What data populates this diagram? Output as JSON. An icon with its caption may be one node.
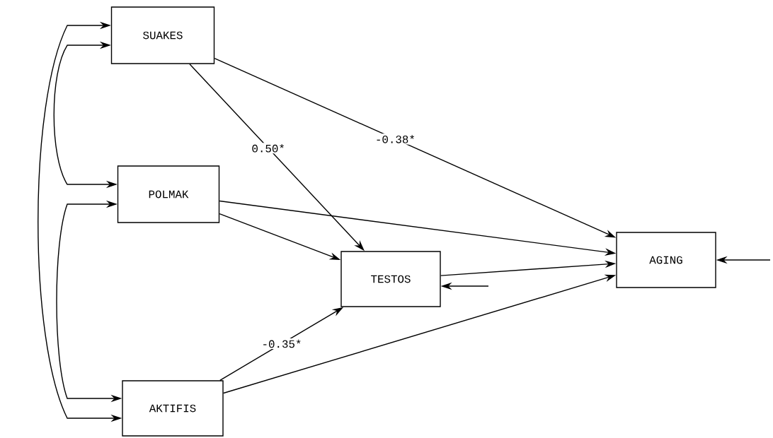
{
  "diagram": {
    "nodes": [
      {
        "text": [
          "SUAKES"
        ]
      },
      {
        "text": [
          "POLMAK"
        ]
      },
      {
        "text": [
          "AKTIFIS"
        ]
      },
      {
        "text": [
          "TESTOS"
        ]
      },
      {
        "text": [
          "AGING"
        ]
      }
    ],
    "edges": [
      {
        "from": 0,
        "to": 3,
        "arrow": "to",
        "label": "0.50*"
      },
      {
        "from": 0,
        "to": 4,
        "arrow": "to",
        "label": "-0.38*"
      },
      {
        "from": 1,
        "to": 3,
        "arrow": "to"
      },
      {
        "from": 1,
        "to": 4,
        "arrow": "to"
      },
      {
        "from": 2,
        "to": 3,
        "arrow": "to",
        "label": "-0.35*"
      },
      {
        "from": 2,
        "to": 4,
        "arrow": "to"
      },
      {
        "from": 3,
        "to": 4,
        "arrow": "to"
      },
      {
        "from": null,
        "to": 3,
        "arrow": "to"
      },
      {
        "from": null,
        "to": 4,
        "arrow": "to"
      },
      {
        "from": 0,
        "to": 1,
        "arrow": "both"
      },
      {
        "from": 1,
        "to": 2,
        "arrow": "both"
      },
      {
        "from": 0,
        "to": 2,
        "arrow": "both"
      }
    ]
  }
}
